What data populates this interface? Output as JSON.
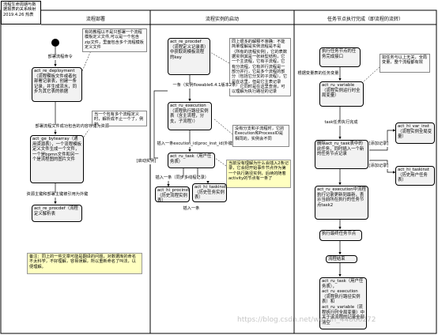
{
  "title": "流程生命周期与数据报表的关系映射2019.4.26 热表",
  "lanes": {
    "deploy": "流程部署",
    "instance": "流程实例的启动",
    "task_complete": "任务节点执行完成（即流程的流转）"
  },
  "deploy_lane": {
    "note_top": "有的教程以不是只部署一个流程模板定义文件,可以是一个包含zip文件，里面包含多个流程模板定义文件",
    "label_deploy": "部署流程命令",
    "box_deployment": "act_re_deployment（流程模板文件或者包部署记录表，创建一条记录，并生成流水，同步为其它表的依据",
    "note_zip": "当一个包有多个流程定义时，解析成不止一个了，例如",
    "label_bytearray": "部署流程文件成功包含的内容存储为资源",
    "box_bytearray": "act_ge_bytearray（通用资源表），一个流程模板定义文件生成一个文件，一个是bpmn文件和另一个是流程图的图片文件",
    "label_procdef": "资源主键和部署主键被引用为外键",
    "box_procdef": "act_re_procdef（流程定义解析表",
    "note_bottom": "备注：同上的一些文章可能是翻译的问题，对数据库的命名不太科学，不好理解，容易误解，所以重新命名了叫法，以便理解。"
  },
  "instance_lane": {
    "box_procdef": "act_re_procdef（流程定义记录表）中获取到模板流程的key",
    "note_right": "同上很多的解释不准确：不能简单理解是实例流程是不是（所有的流程实例），它的表数据实例其是一张树型结构，它一个主流程，它有子流程，它有分流程，它有并行流程是一部分并行，它是多个流程的部分（包括它分叉的子流程），它是在这里，但是它主表记录的，它同时是在这里查询，可以理解为执行路径的记录",
    "label_startup": "一条（实例flowable6.4.1版本2条）",
    "box_execution": "act_ru_execution（流程执行路径实例表（含主流程，分支，子流程））",
    "note_mid": "没有分支和子流程时，它的Execution和ProcessID是相同的，实例会不同",
    "label_insert": "插入一条excution_id(proc_inst_id)外键",
    "box_task": "act_ru_task（用户任务表）",
    "note_yellow": "当前没有理解为什么会插入2条记录，它会把开始事件节点作为第一个执行路径实例，后续的随着activity的节点有一条了",
    "label_start": "[启动实例]",
    "label_one1": "插入一条（同步多线程记录）",
    "label_one2": "插入一条",
    "box_hi_procinst": "act_hi_procinst（历史流程实例表）",
    "box_hi_taskinst": "act_hi_taskinst（历史任务实例表）"
  },
  "task_lane": {
    "box_exec_complete": "执行任务节点的任务完成接口",
    "label_vars": "根据变量表的任务变量",
    "box_variable": "act_ru_variable（流程实例运行时全局变量）",
    "note_vars": "如任务与以上无关，全局变量，整个流程都有效",
    "label_complete": "task任务执行完成",
    "box_delete_task": "删除act_ru_task表中的此任务，同时插入一个新的任务节点记录",
    "label_add_var": "[添加记录]",
    "box_hi_varinst": "act_hi_var_inst（流程实例全局变量）",
    "label_add_rec": "[添加记录]",
    "box_hi_taskinst": "act_hi_taskinst（历史用户任务表）",
    "box_execution": "act_ru_execution中流程执行记录更新到最新，表示当前所在执行的任务节点task2",
    "box_last_node": "执行最终任务节点",
    "box_end": "流程结束",
    "box_cleanup": "act_ru_task（用户任务表），act_ru_execution（流程执行路径实例表）和act_ru_variable（流程执行时全局变量）中关于该流程的记录全部清空"
  },
  "watermark": "https://blog.csdn.net/weixin_44866272"
}
